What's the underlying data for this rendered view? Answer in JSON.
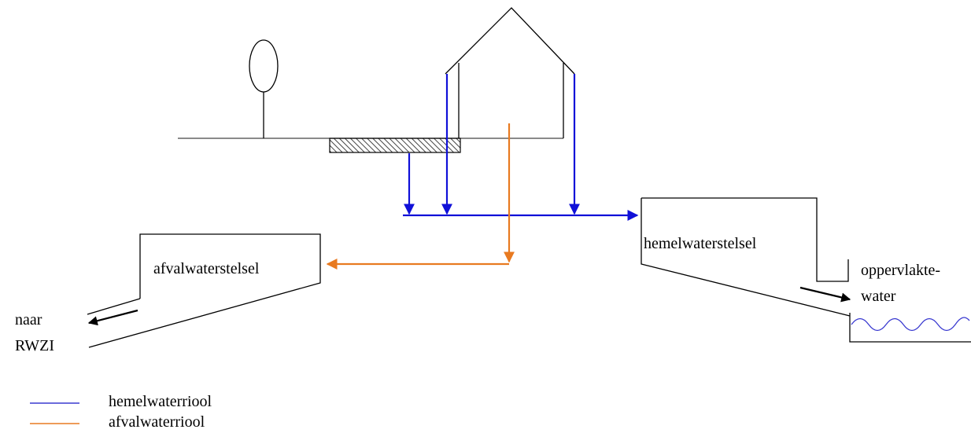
{
  "colors": {
    "stormwater": "#1010d8",
    "wastewater": "#e87a20",
    "lines": "#000000",
    "surface_water_wave": "#3a3ad0",
    "paving_hatch": "#555555"
  },
  "labels": {
    "afvalwaterstelsel": "afvalwaterstelsel",
    "hemelwaterstelsel": "hemelwaterstelsel",
    "oppervlaktewater_line1": "oppervlakte-",
    "oppervlaktewater_line2": "water",
    "naar": "naar",
    "rwzi": "RWZI"
  },
  "legend": [
    {
      "label": "hemelwaterriool",
      "color_key": "stormwater"
    },
    {
      "label": "afvalwaterriool",
      "color_key": "wastewater"
    }
  ],
  "icons": {
    "tree": "tree-icon",
    "house": "house-icon",
    "paving": "paved-surface-icon"
  }
}
